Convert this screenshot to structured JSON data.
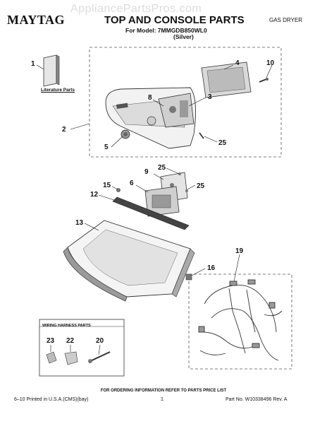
{
  "header": {
    "brand": "MAYTAG",
    "title": "TOP AND CONSOLE PARTS",
    "product_type": "GAS DRYER",
    "model_line": "For Model: 7MMGDB850WL0",
    "color_line": "(Silver)"
  },
  "watermark": "AppliancePartsPros.com",
  "literature_label": "Literature Parts",
  "harness_box_title": "WIRING HARNESS PARTS",
  "callouts": [
    "1",
    "2",
    "3",
    "4",
    "5",
    "6",
    "8",
    "9",
    "10",
    "12",
    "13",
    "15",
    "16",
    "19",
    "20",
    "22",
    "23",
    "25",
    "25",
    "25"
  ],
  "footer": {
    "ordering_note": "FOR ORDERING INFORMATION REFER TO PARTS PRICE LIST",
    "printed": "6–10 Printed in U.S.A.(CMS)(bay)",
    "page": "1",
    "part_number": "Part No. W10338496 Rev. A"
  },
  "colors": {
    "ink": "#111111",
    "outline": "#444444",
    "shade": "#bdbdbd"
  }
}
